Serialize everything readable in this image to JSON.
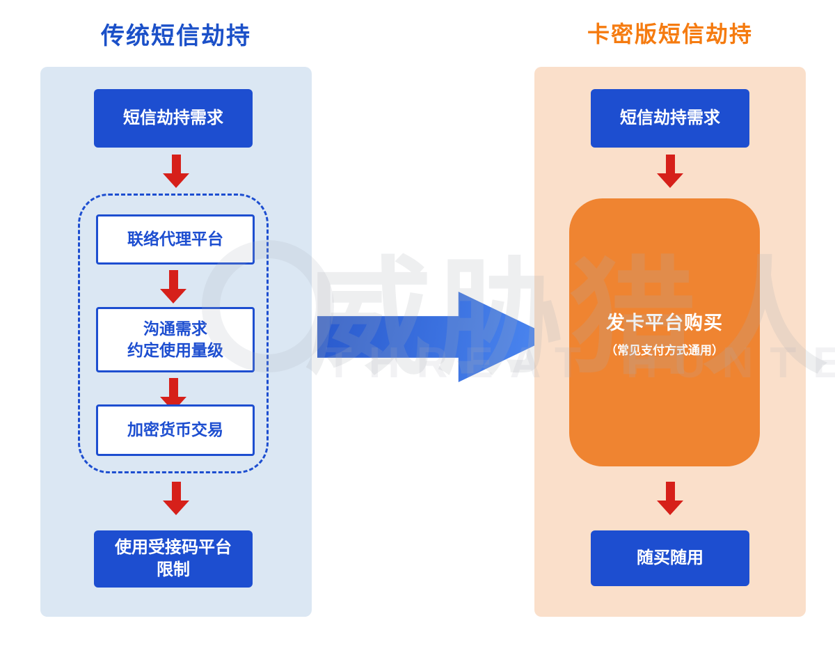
{
  "diagram": {
    "left": {
      "title": "传统短信劫持",
      "start": "短信劫持需求",
      "substeps": [
        "联络代理平台",
        "沟通需求\n约定使用量级",
        "加密货币交易"
      ],
      "end": "使用受接码平台\n限制"
    },
    "right": {
      "title": "卡密版短信劫持",
      "start": "短信劫持需求",
      "main": "发卡平台购买",
      "main_note": "（常见支付方式通用）",
      "end": "随买随用"
    },
    "watermark": {
      "cn": "威胁猎人",
      "en": "THREAT HUNTER"
    },
    "colors": {
      "left_title": "#1b50c8",
      "right_title": "#f57b10",
      "left_panel_bg": "#dbe7f3",
      "right_panel_bg": "#fadfca",
      "node_blue": "#1d4ed0",
      "node_orange": "#ef8431",
      "arrow_red": "#d6201a",
      "big_arrow_blue": "#3568dd"
    }
  }
}
